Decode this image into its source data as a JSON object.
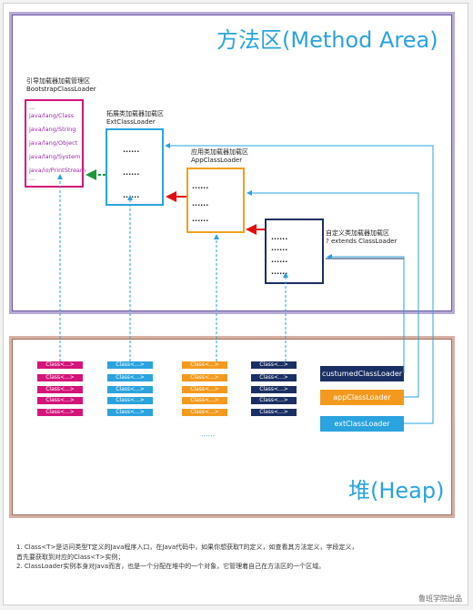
{
  "method_area": {
    "title": "方法区(Method Area)"
  },
  "heap": {
    "title": "堆(Heap)"
  },
  "bootstrap": {
    "label_cn": "引导加载器加载管理区",
    "label_en": "BootstrapClassLoader",
    "entries": [
      "...",
      "java/lang/Class",
      "java/lang/String",
      "java/lang/Object",
      "java/lang/System",
      "java/io/PrintStream",
      "..."
    ],
    "color": "#d4147a"
  },
  "ext": {
    "label_cn": "拓展类加载器加载区",
    "label_en": "ExtClassLoader",
    "dots": [
      "......",
      "......",
      "......"
    ],
    "color": "#2aa3de"
  },
  "app": {
    "label_cn": "应用类加载器加载区",
    "label_en": "AppClassLoader",
    "dots": [
      "......",
      "......",
      "......"
    ],
    "color": "#f0a020"
  },
  "custom": {
    "label_cn": "自定义类加载器加载区",
    "label_en": "? extends ClassLoader",
    "dots": [
      "......",
      "......",
      "......",
      "......"
    ],
    "color": "#1a2f63"
  },
  "class_tag": "Class<...>",
  "heap_more": "......",
  "loaders": [
    {
      "label": "custumedClassLoader",
      "color": "#1a2f63"
    },
    {
      "label": "appClassLoader",
      "color": "#f39a1e"
    },
    {
      "label": "extClassLoader",
      "color": "#2aa3de"
    }
  ],
  "notes": [
    "1. Class<T>是访问类型T定义的Java程序入口，在Java代码中，如果你想获取T的定义，如查看其方法定义，字段定义，",
    "首先要获取到对应的Class<T>实例；",
    "2. ClassLoader实例本身对Java而言，也是一个分配在堆中的一个对象，它管理着自己在方法区的一个区域。"
  ],
  "brand": "鲁班学院出品",
  "arrow_red": "#e01010",
  "arrow_green": "#1a9a3a"
}
